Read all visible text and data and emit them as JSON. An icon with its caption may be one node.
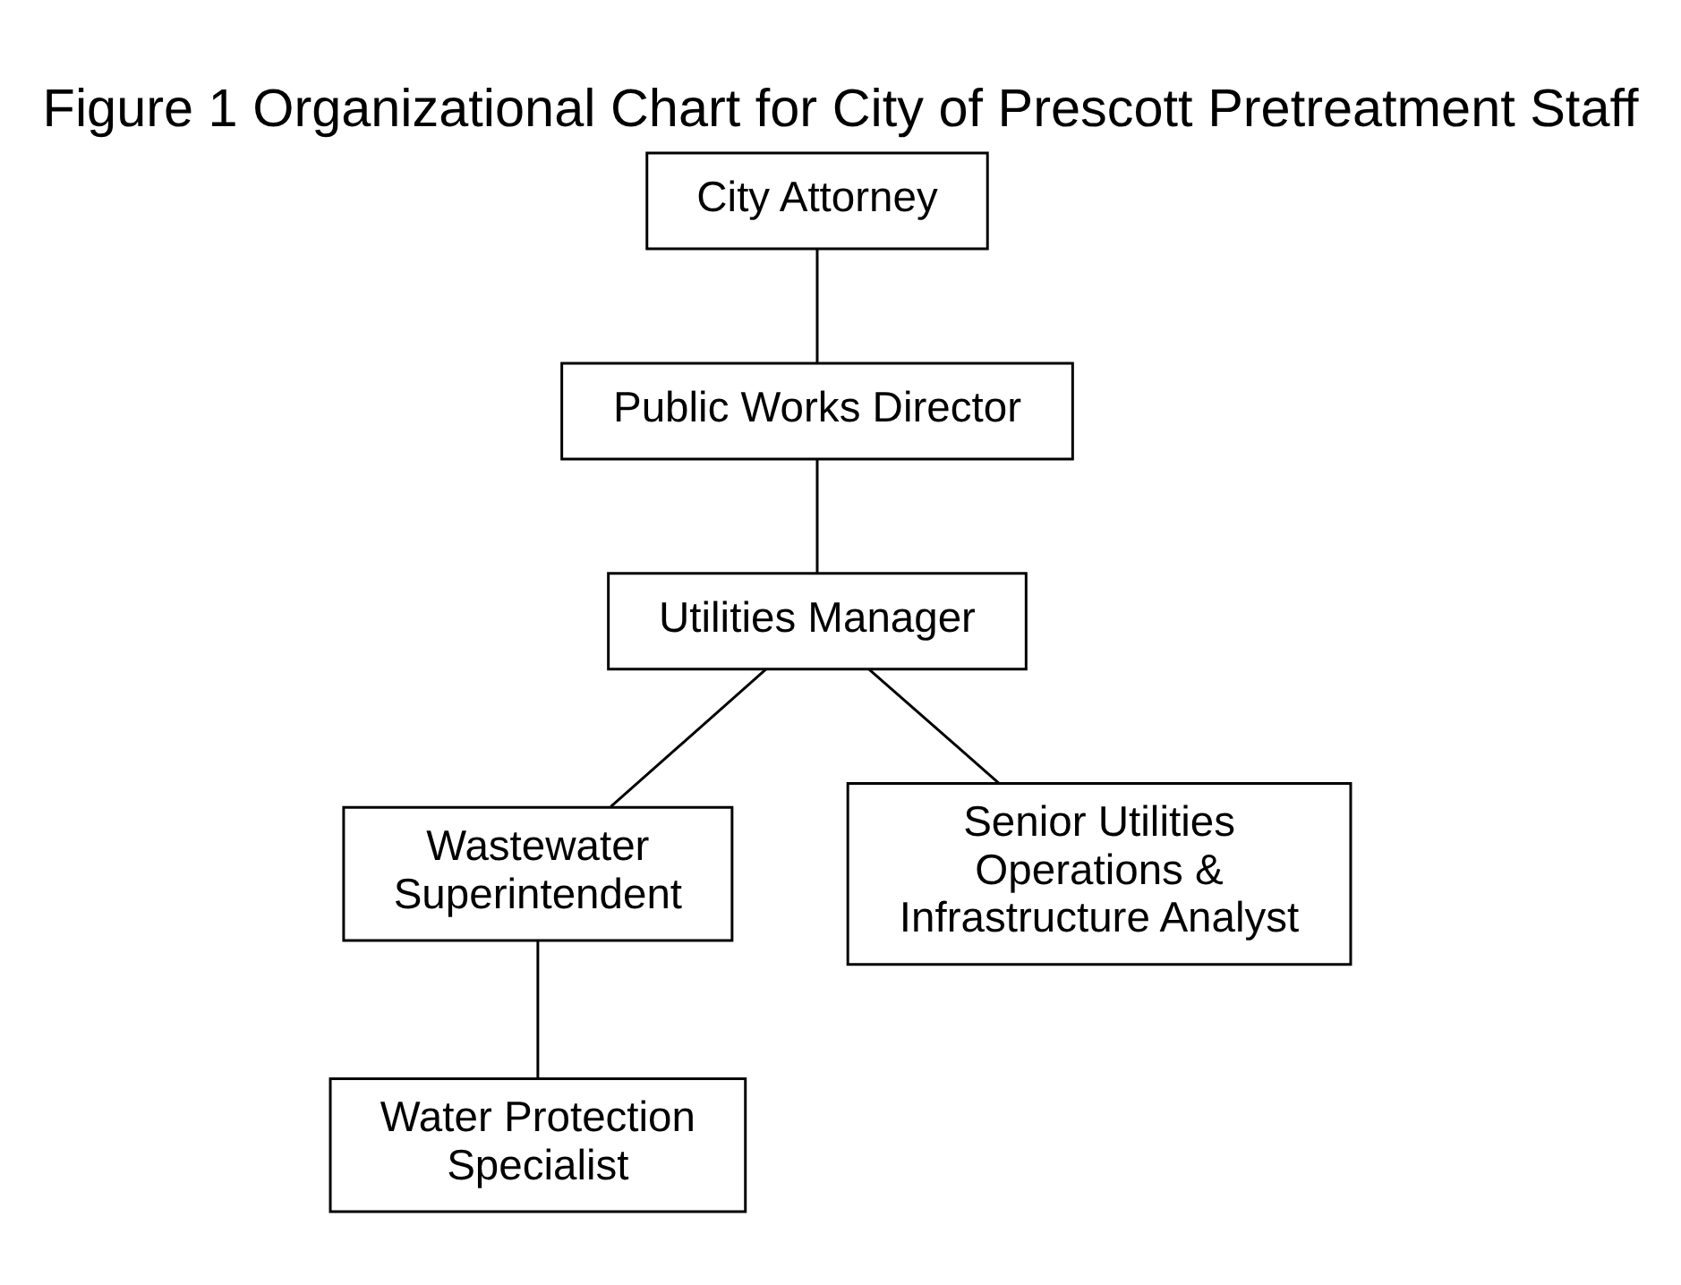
{
  "diagram": {
    "title": "Figure 1 Organizational Chart for City of Prescott Pretreatment Staff",
    "nodes": [
      {
        "text": [
          "Public Works Director"
        ]
      },
      {
        "text": [
          "City Attorney"
        ]
      },
      {
        "text": [
          "Utilities Manager"
        ]
      },
      {
        "text": [
          "Wastewater Superintendent"
        ]
      },
      {
        "text": [
          "Senior Utilities Operations & Infrastructure Analyst"
        ]
      },
      {
        "text": [
          "Water Protection Specialist"
        ]
      }
    ],
    "edges": [
      {
        "from": 0,
        "to": 2,
        "arrow": "none"
      },
      {
        "from": 1,
        "to": 0,
        "arrow": "none"
      },
      {
        "from": 2,
        "to": 3,
        "arrow": "none"
      },
      {
        "from": 2,
        "to": 4,
        "arrow": "none"
      },
      {
        "from": 3,
        "to": 5,
        "arrow": "none"
      }
    ]
  }
}
